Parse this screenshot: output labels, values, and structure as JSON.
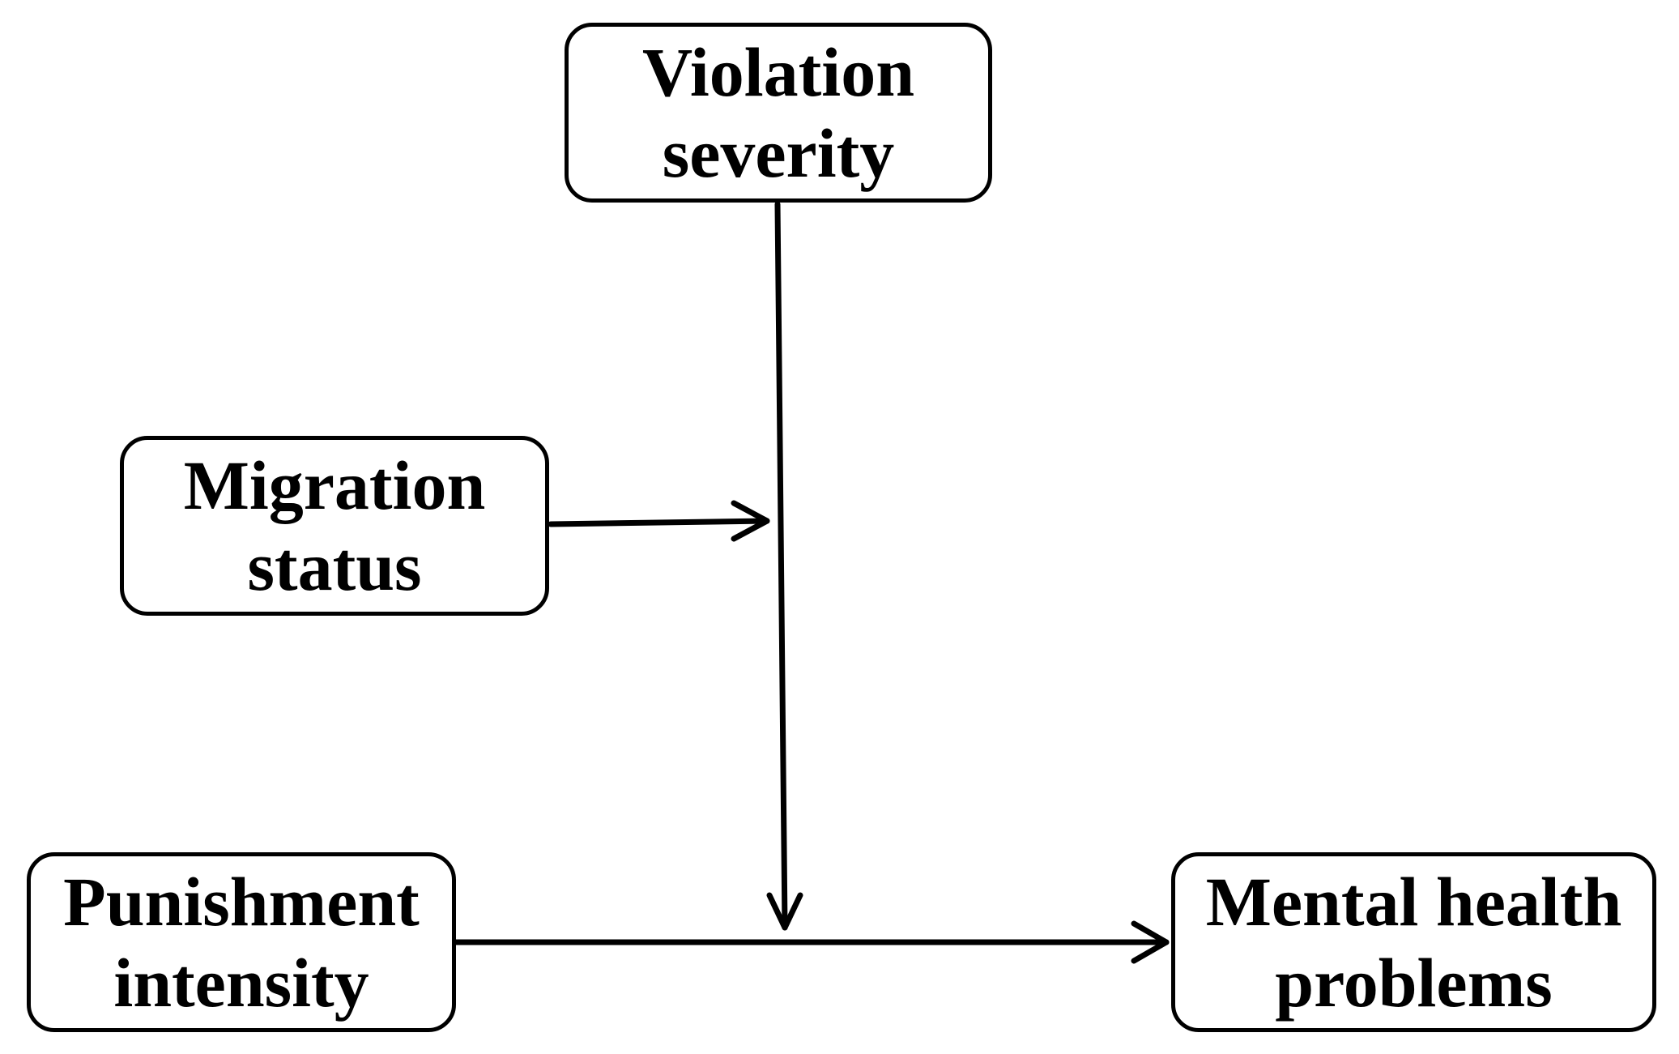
{
  "nodes": {
    "violation_severity": {
      "line1": "Violation",
      "line2": "severity"
    },
    "migration_status": {
      "line1": "Migration",
      "line2": "status"
    },
    "punishment_intensity": {
      "line1": "Punishment",
      "line2": "intensity"
    },
    "mental_health_problems": {
      "line1": "Mental health",
      "line2": "problems"
    }
  },
  "edges": [
    {
      "from": "punishment_intensity",
      "to": "mental_health_problems",
      "kind": "direct-effect"
    },
    {
      "from": "violation_severity",
      "to": "punishment_intensity->mental_health_problems",
      "kind": "moderation"
    },
    {
      "from": "migration_status",
      "to": "violation_severity->path",
      "kind": "moderation"
    }
  ],
  "colors": {
    "stroke": "#000000",
    "background": "#ffffff"
  }
}
